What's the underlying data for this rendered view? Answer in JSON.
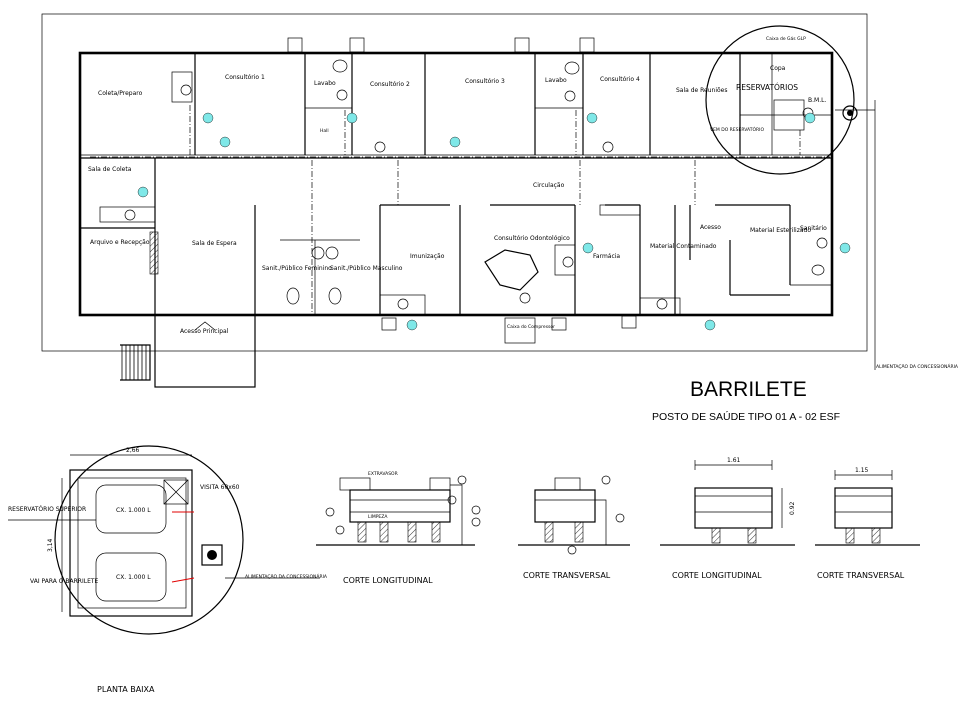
{
  "title": "BARRILETE",
  "subtitle": "POSTO DE SAÚDE TIPO 01 A - 02 ESF",
  "rooms": {
    "coleta_preparo": "Coleta/Preparo",
    "consultorio1": "Consultório 1",
    "lavabo1": "Lavabo",
    "consultorio2": "Consultório 2",
    "consultorio3": "Consultório 3",
    "lavabo2": "Lavabo",
    "consultorio4": "Consultório 4",
    "sala_reunioes": "Sala de Reuniões",
    "copa": "Copa",
    "bml": "B.M.L.",
    "caixa_gas": "Caixa de Gás GLP",
    "sala_coleta": "Sala de Coleta",
    "arquivo": "Arquivo e Recepção",
    "sala_espera": "Sala de Espera",
    "san_fem": "Sanit./Público Feminino",
    "san_masc": "Sanit./Público Masculino",
    "imunizacao": "Imunização",
    "odontologico": "Consultório Odontológico",
    "farmacia": "Farmácia",
    "material_contaminado": "Material Contaminado",
    "acesso": "Acesso",
    "material_esterilizado": "Material Esterilizado",
    "sanitario": "Sanitário",
    "circulacao": "Circulação",
    "acesso_principal": "Acesso Principal",
    "caixa_compressor": "Caixa do Compressor",
    "hall": "Hall"
  },
  "annotations": {
    "reservatorios": "RESERVATÓRIOS",
    "vem_do_reservatorio": "VEM DO RESERVATÓRIO",
    "alimentacao1": "ALIMENTAÇÃO DA CONCESSIONÁRIA",
    "alimentacao2": "ALIMENTAÇÃO DA CONCESSIONÁRIA",
    "reservatorio_superior": "RESERVATÓRIO SUPERIOR",
    "vai_para_barrilete": "VAI PARA O BARRILETE",
    "visita": "VISITA 60x60",
    "cx1": "CX. 1.000 L",
    "cx2": "CX. 1.000 L",
    "dim_266": "2,66",
    "dim_314": "3,14",
    "dim_161": "1.61",
    "dim_115": "1.15",
    "dim_092": "0.92",
    "extravasor": "EXTRAVASOR",
    "limpeza": "LIMPEZA"
  },
  "views": {
    "planta_baixa": "PLANTA BAIXA",
    "corte_longitudinal1": "CORTE LONGITUDINAL",
    "corte_transversal1": "CORTE TRANSVERSAL",
    "corte_longitudinal2": "CORTE LONGITUDINAL",
    "corte_transversal2": "CORTE TRANSVERSAL"
  },
  "colors": {
    "fixture_marker": "#7fe8e8",
    "pipe_red": "#e00000",
    "line": "#000000"
  }
}
